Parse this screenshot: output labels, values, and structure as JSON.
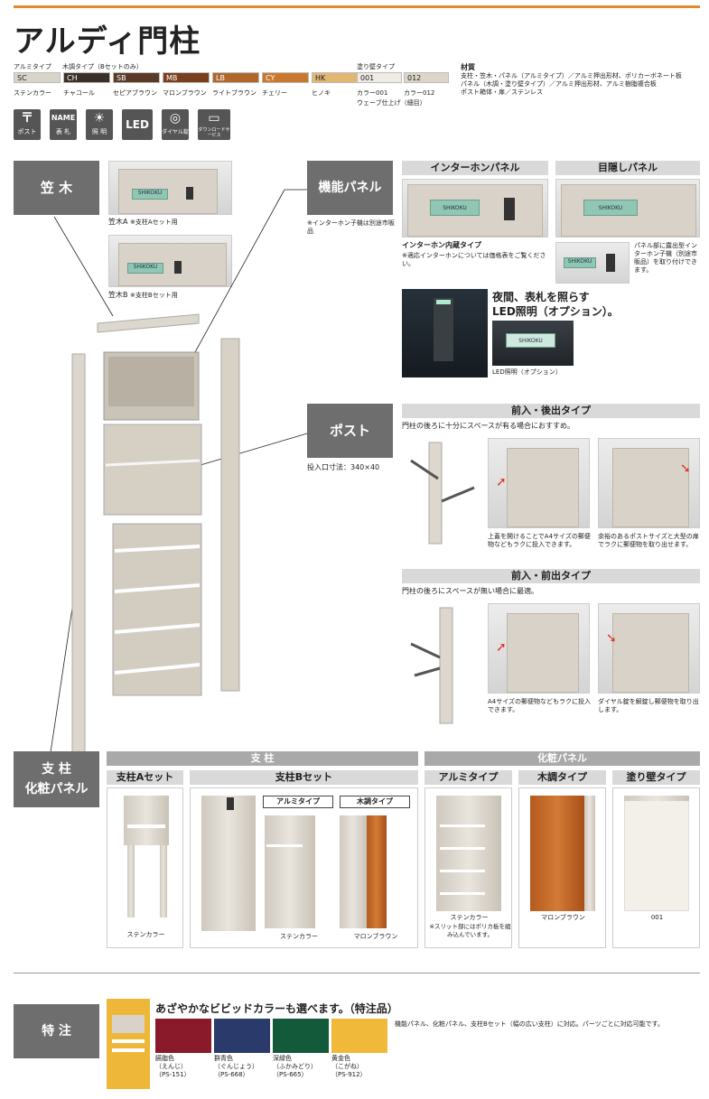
{
  "title": "アルディ門柱",
  "colors": {
    "types": [
      "アルミタイプ",
      "木調タイプ（Bセットのみ）",
      "塗り壁タイプ"
    ],
    "items": [
      {
        "code": "SC",
        "name": "ステンカラー",
        "hex": "#d9d4ca"
      },
      {
        "code": "CH",
        "name": "チャコール",
        "hex": "#3b2f2a"
      },
      {
        "code": "SB",
        "name": "セピアブラウン",
        "hex": "#5a3a26"
      },
      {
        "code": "MB",
        "name": "マロンブラウン",
        "hex": "#7a3f1c"
      },
      {
        "code": "LB",
        "name": "ライトブラウン",
        "hex": "#b0672c"
      },
      {
        "code": "CY",
        "name": "チェリー",
        "hex": "#c9792f"
      },
      {
        "code": "HK",
        "name": "ヒノキ",
        "hex": "#e2b774"
      },
      {
        "code": "001",
        "name": "カラー001",
        "hex": "#efebe5"
      },
      {
        "code": "012",
        "name": "カラー012",
        "hex": "#ddd6c8"
      }
    ],
    "wave_note": "ウェーブ仕上げ（細目）"
  },
  "material": {
    "heading": "材質",
    "text": [
      "支柱・笠木・パネル（アルミタイプ）／アルミ押出形材、ポリカーボネート板",
      "パネル（木調・塗り壁タイプ）／アルミ押出形材、アルミ樹脂複合板",
      "ポスト箱体・扉／ステンレス"
    ]
  },
  "icons": [
    {
      "glyph": "〒",
      "label": "ポスト",
      "name": "post-icon"
    },
    {
      "glyph": "NAME",
      "label": "表 札",
      "name": "nameplate-icon"
    },
    {
      "glyph": "☀",
      "label": "照 明",
      "name": "light-icon"
    },
    {
      "glyph": "LED",
      "label": "",
      "name": "led-icon"
    },
    {
      "glyph": "◎",
      "label": "ダイヤル錠",
      "name": "dial-lock-icon"
    },
    {
      "glyph": "▭",
      "label": "ダウンロードサービス",
      "name": "download-icon"
    }
  ],
  "kasagi": {
    "label": "笠 木",
    "a": "笠木A",
    "a_note": "※支柱Aセット用",
    "b": "笠木B",
    "b_note": "※支柱Bセット用"
  },
  "kinou": {
    "label": "機能パネル",
    "note": "※インターホン子機は別途市販品"
  },
  "nameplate_text": "SHIKOKU",
  "intercom": {
    "header": "インターホンパネル",
    "caption": "インターホン内蔵タイプ",
    "note": "※適応インターホンについては価格表をご覧ください。"
  },
  "mekakushi": {
    "header": "目隠しパネル",
    "note": "パネル部に露出型インターホン子機（別途市販品）を取り付けできます。"
  },
  "led": {
    "heading1": "夜間、表札を照らす",
    "heading2": "LED照明（オプション）。",
    "caption": "LED照明（オプション）"
  },
  "post": {
    "label": "ポスト",
    "note": "投入口寸法：340×40"
  },
  "rear": {
    "header": "前入・後出タイプ",
    "desc": "門柱の後ろに十分にスペースが有る場合におすすめ。",
    "cap1": "上蓋を開けることでA4サイズの郵便物などもラクに投入できます。",
    "cap2": "余裕のあるポストサイズと大型の扉でラクに郵便物を取り出せます。"
  },
  "front": {
    "header": "前入・前出タイプ",
    "desc": "門柱の後ろにスペースが無い場合に最適。",
    "cap1": "A4サイズの郵便物などもラクに投入できます。",
    "cap2": "ダイヤル錠を解錠し郵便物を取り出します。"
  },
  "shichu_label": {
    "l1": "支 柱",
    "l2": "化粧パネル"
  },
  "shichu": {
    "header": "支 柱",
    "a_set": "支柱Aセット",
    "b_set": "支柱Bセット",
    "alumi": "アルミタイプ",
    "mokucho": "木調タイプ",
    "a_caption": "ステンカラー",
    "b_caption1": "ステンカラー",
    "b_caption2": "マロンブラウン"
  },
  "kesho": {
    "header": "化粧パネル",
    "alumi": "アルミタイプ",
    "mokucho": "木調タイプ",
    "nurikabe": "塗り壁タイプ",
    "alumi_caption": "ステンカラー",
    "alumi_note": "※スリット部にはポリカ板を組み込んでいます。",
    "mokucho_caption": "マロンブラウン",
    "nurikabe_caption": "001"
  },
  "tokuchu": {
    "label": "特 注",
    "heading": "あざやかなビビッドカラーも選べます。（特注品）",
    "note": "機能パネル、化粧パネル、支柱Bセット（幅の広い支柱）に対応。パーツごとに対応可能です。",
    "colors": [
      {
        "name": "臙脂色",
        "reading": "（えんじ）",
        "code": "（PS-151）",
        "hex": "#8a1a2a"
      },
      {
        "name": "群青色",
        "reading": "（ぐんじょう）",
        "code": "（PS-668）",
        "hex": "#2a3a6a"
      },
      {
        "name": "深緑色",
        "reading": "（ふかみどり）",
        "code": "（PS-665）",
        "hex": "#135a3a"
      },
      {
        "name": "黄金色",
        "reading": "（こがね）",
        "code": "（PS-912）",
        "hex": "#f0b93a"
      }
    ]
  }
}
